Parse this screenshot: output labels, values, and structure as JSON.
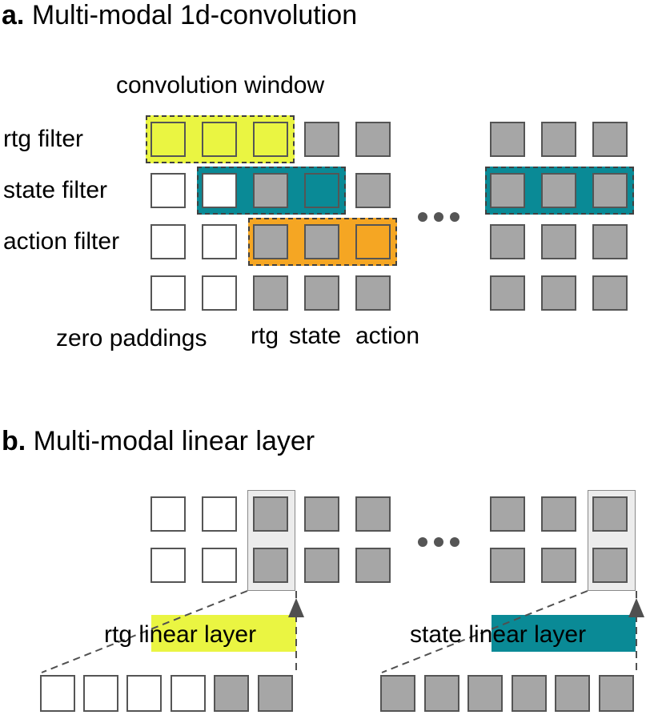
{
  "panel_a": {
    "title_prefix": "a.",
    "title": "Multi-modal 1d-convolution",
    "window_label": "convolution window",
    "filters": [
      "rtg filter",
      "state filter",
      "action filter"
    ],
    "bottom_labels": {
      "padding": "zero paddings",
      "rtg": "rtg",
      "state": "state",
      "action": "action"
    }
  },
  "panel_b": {
    "title_prefix": "b.",
    "title": "Multi-modal linear layer",
    "rtg_layer_label": "rtg linear layer",
    "state_layer_label": "state linear layer"
  },
  "colors": {
    "rtg": "#eaf542",
    "state": "#0a8a96",
    "action": "#f5a623",
    "token_gray": "#a6a6a6",
    "padding_white": "#ffffff",
    "outline": "#555555"
  }
}
